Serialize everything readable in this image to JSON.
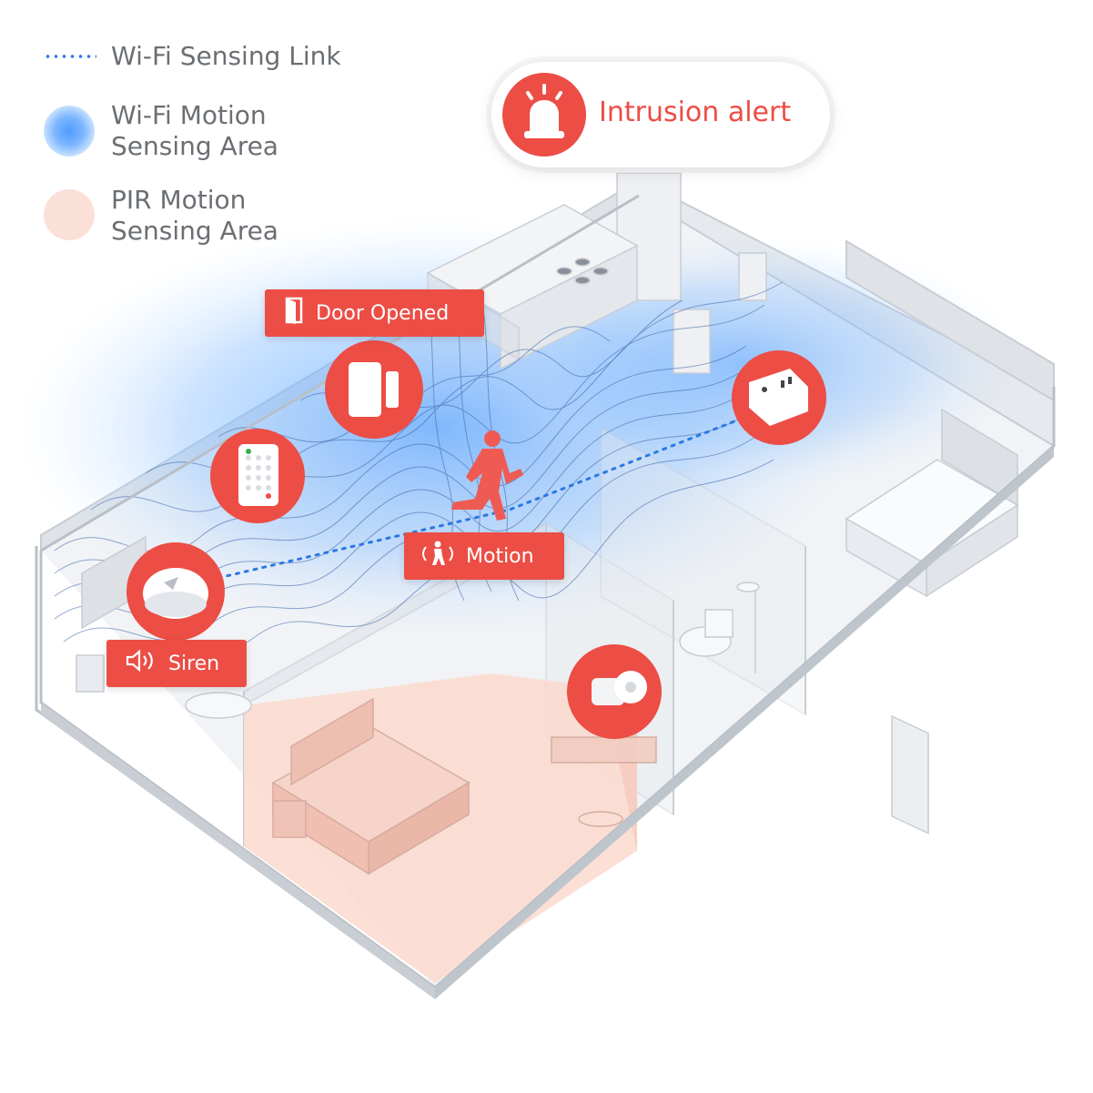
{
  "legend": {
    "wifi_link": "Wi-Fi Sensing Link",
    "wifi_area_line1": "Wi-Fi Motion",
    "wifi_area_line2": "Sensing Area",
    "pir_area_line1": "PIR Motion",
    "pir_area_line2": "Sensing Area"
  },
  "alert": {
    "text": "Intrusion alert",
    "icon": "siren-light-icon"
  },
  "tags": {
    "door": "Door Opened",
    "motion": "Motion",
    "siren": "Siren"
  },
  "devices": [
    "door-sensor-icon",
    "keypad-icon",
    "hub-siren-icon",
    "smart-plug-icon",
    "camera-icon",
    "intruder-figure-icon"
  ],
  "colors": {
    "accent_red": "#ec4d45",
    "wifi_blue": "#2b78e4",
    "pir_pink": "#fbe0d8",
    "legend_text": "#6b6f73"
  }
}
